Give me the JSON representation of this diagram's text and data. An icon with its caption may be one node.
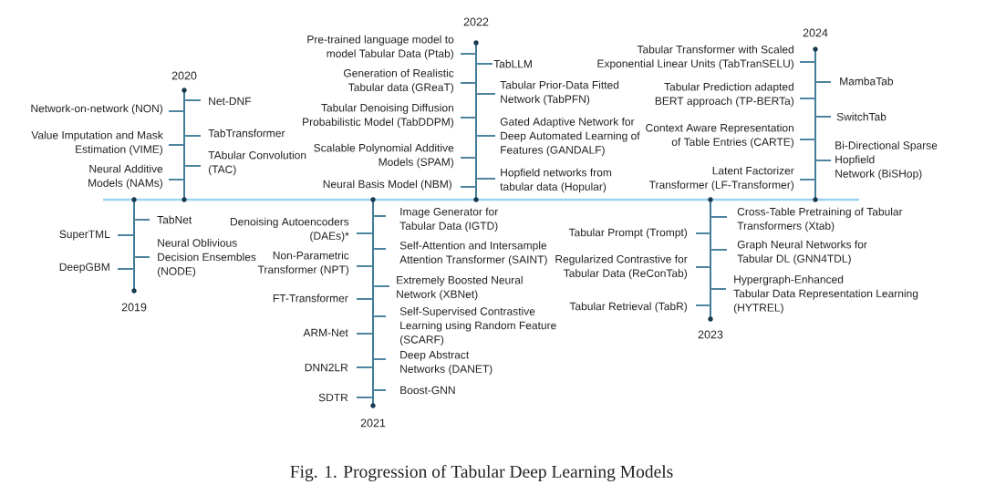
{
  "diagram": {
    "caption": "Fig. 1. Progression of Tabular Deep Learning Models",
    "nodes": [
      {
        "text": [],
        "shape": "bar",
        "beside": [
          "2019"
        ]
      },
      {
        "text": [
          "SuperTML"
        ]
      },
      {
        "text": [
          "DeepGBM"
        ]
      },
      {
        "text": [
          "TabNet"
        ]
      },
      {
        "text": [
          "Neural Oblivious Decision Ensembles (NODE)"
        ]
      },
      {
        "text": [],
        "shape": "bar",
        "beside": [
          "2020"
        ]
      },
      {
        "text": [
          "Network-on-network (NON)"
        ]
      },
      {
        "text": [
          "Value Imputation and Mask Estimation (VIME)"
        ]
      },
      {
        "text": [
          "Neural Additive Models (NAMs)"
        ]
      },
      {
        "text": [
          "Net-DNF"
        ]
      },
      {
        "text": [
          "TabTransformer"
        ]
      },
      {
        "text": [
          "TAbular Convolution (TAC)"
        ]
      },
      {
        "text": [],
        "shape": "bar",
        "beside": [
          "2021"
        ]
      },
      {
        "text": [
          "Denoising Autoencoders (DAEs)*"
        ]
      },
      {
        "text": [
          "Non-Parametric Transformer (NPT)"
        ]
      },
      {
        "text": [
          "FT-Transformer"
        ]
      },
      {
        "text": [
          "ARM-Net"
        ]
      },
      {
        "text": [
          "DNN2LR"
        ]
      },
      {
        "text": [
          "SDTR"
        ]
      },
      {
        "text": [
          "Image Generator for Tabular Data (IGTD)"
        ]
      },
      {
        "text": [
          "Self-Attention and Intersample Attention Transformer (SAINT)"
        ]
      },
      {
        "text": [
          "Extremely Boosted Neural Network (XBNet)"
        ]
      },
      {
        "text": [
          "Self-Supervised Contrastive Learning using Random Feature (SCARF)"
        ]
      },
      {
        "text": [
          "Deep Abstract Networks (DANET)"
        ]
      },
      {
        "text": [
          "Boost-GNN"
        ]
      },
      {
        "text": [],
        "shape": "bar",
        "beside": [
          "2022"
        ]
      },
      {
        "text": [
          "Pre-trained language model to model Tabular Data (Ptab)"
        ]
      },
      {
        "text": [
          "Generation of Realistic Tabular data (GReaT)"
        ]
      },
      {
        "text": [
          "Tabular Denoising Diffusion Probabilistic Model (TabDDPM)"
        ]
      },
      {
        "text": [
          "Scalable Polynomial Additive Models (SPAM)"
        ]
      },
      {
        "text": [
          "Neural Basis Model (NBM)"
        ]
      },
      {
        "text": [
          "TabLLM"
        ]
      },
      {
        "text": [
          "Tabular Prior-Data Fitted Network (TabPFN)"
        ]
      },
      {
        "text": [
          "Gated Adaptive Network for Deep Automated Learning of Features (GANDALF)"
        ]
      },
      {
        "text": [
          "Hopfield networks from tabular data (Hopular)"
        ]
      },
      {
        "text": [],
        "shape": "bar",
        "beside": [
          "2023"
        ]
      },
      {
        "text": [
          "Tabular Prompt (Trompt)"
        ]
      },
      {
        "text": [
          "Regularized Contrastive for Tabular Data (ReConTab)"
        ]
      },
      {
        "text": [
          "Tabular Retrieval (TabR)"
        ]
      },
      {
        "text": [
          "Cross-Table Pretraining of Tabular Transformers (Xtab)"
        ]
      },
      {
        "text": [
          "Graph Neural Networks for Tabular DL (GNN4TDL)"
        ]
      },
      {
        "text": [
          "Hypergraph-Enhanced Tabular Data Representation Learning (HYTREL)"
        ]
      },
      {
        "text": [],
        "shape": "bar",
        "beside": [
          "2024"
        ]
      },
      {
        "text": [
          "Tabular Transformer with Scaled Exponential Linear Units (TabTranSELU)"
        ]
      },
      {
        "text": [
          "Tabular Prediction adapted BERT approach (TP-BERTa)"
        ]
      },
      {
        "text": [
          "Context Aware Representation of Table Entries (CARTE)"
        ]
      },
      {
        "text": [
          "Latent Factorizer Transformer (LF-Transformer)"
        ]
      },
      {
        "text": [
          "MambaTab"
        ]
      },
      {
        "text": [
          "SwitchTab"
        ]
      },
      {
        "text": [
          "Bi-Directional Sparse Hopfield Network (BiSHop)"
        ]
      }
    ],
    "edges": [
      {
        "from": 1,
        "to": 0,
        "arrow": "none"
      },
      {
        "from": 2,
        "to": 0,
        "arrow": "none"
      },
      {
        "from": 3,
        "to": 0,
        "arrow": "none"
      },
      {
        "from": 4,
        "to": 0,
        "arrow": "none"
      },
      {
        "from": 6,
        "to": 5,
        "arrow": "none"
      },
      {
        "from": 7,
        "to": 5,
        "arrow": "none"
      },
      {
        "from": 8,
        "to": 5,
        "arrow": "none"
      },
      {
        "from": 9,
        "to": 5,
        "arrow": "none"
      },
      {
        "from": 10,
        "to": 5,
        "arrow": "none"
      },
      {
        "from": 11,
        "to": 5,
        "arrow": "none"
      },
      {
        "from": 13,
        "to": 12,
        "arrow": "none"
      },
      {
        "from": 14,
        "to": 12,
        "arrow": "none"
      },
      {
        "from": 15,
        "to": 12,
        "arrow": "none"
      },
      {
        "from": 16,
        "to": 12,
        "arrow": "none"
      },
      {
        "from": 17,
        "to": 12,
        "arrow": "none"
      },
      {
        "from": 18,
        "to": 12,
        "arrow": "none"
      },
      {
        "from": 19,
        "to": 12,
        "arrow": "none"
      },
      {
        "from": 20,
        "to": 12,
        "arrow": "none"
      },
      {
        "from": 21,
        "to": 12,
        "arrow": "none"
      },
      {
        "from": 22,
        "to": 12,
        "arrow": "none"
      },
      {
        "from": 23,
        "to": 12,
        "arrow": "none"
      },
      {
        "from": 24,
        "to": 12,
        "arrow": "none"
      },
      {
        "from": 26,
        "to": 25,
        "arrow": "none"
      },
      {
        "from": 27,
        "to": 25,
        "arrow": "none"
      },
      {
        "from": 28,
        "to": 25,
        "arrow": "none"
      },
      {
        "from": 29,
        "to": 25,
        "arrow": "none"
      },
      {
        "from": 30,
        "to": 25,
        "arrow": "none"
      },
      {
        "from": 31,
        "to": 25,
        "arrow": "none"
      },
      {
        "from": 32,
        "to": 25,
        "arrow": "none"
      },
      {
        "from": 33,
        "to": 25,
        "arrow": "none"
      },
      {
        "from": 34,
        "to": 25,
        "arrow": "none"
      },
      {
        "from": 36,
        "to": 35,
        "arrow": "none"
      },
      {
        "from": 37,
        "to": 35,
        "arrow": "none"
      },
      {
        "from": 38,
        "to": 35,
        "arrow": "none"
      },
      {
        "from": 39,
        "to": 35,
        "arrow": "none"
      },
      {
        "from": 40,
        "to": 35,
        "arrow": "none"
      },
      {
        "from": 41,
        "to": 35,
        "arrow": "none"
      },
      {
        "from": 43,
        "to": 42,
        "arrow": "none"
      },
      {
        "from": 44,
        "to": 42,
        "arrow": "none"
      },
      {
        "from": 45,
        "to": 42,
        "arrow": "none"
      },
      {
        "from": 46,
        "to": 42,
        "arrow": "none"
      },
      {
        "from": 47,
        "to": 42,
        "arrow": "none"
      },
      {
        "from": 48,
        "to": 42,
        "arrow": "none"
      },
      {
        "from": 49,
        "to": 42,
        "arrow": "none"
      }
    ]
  }
}
